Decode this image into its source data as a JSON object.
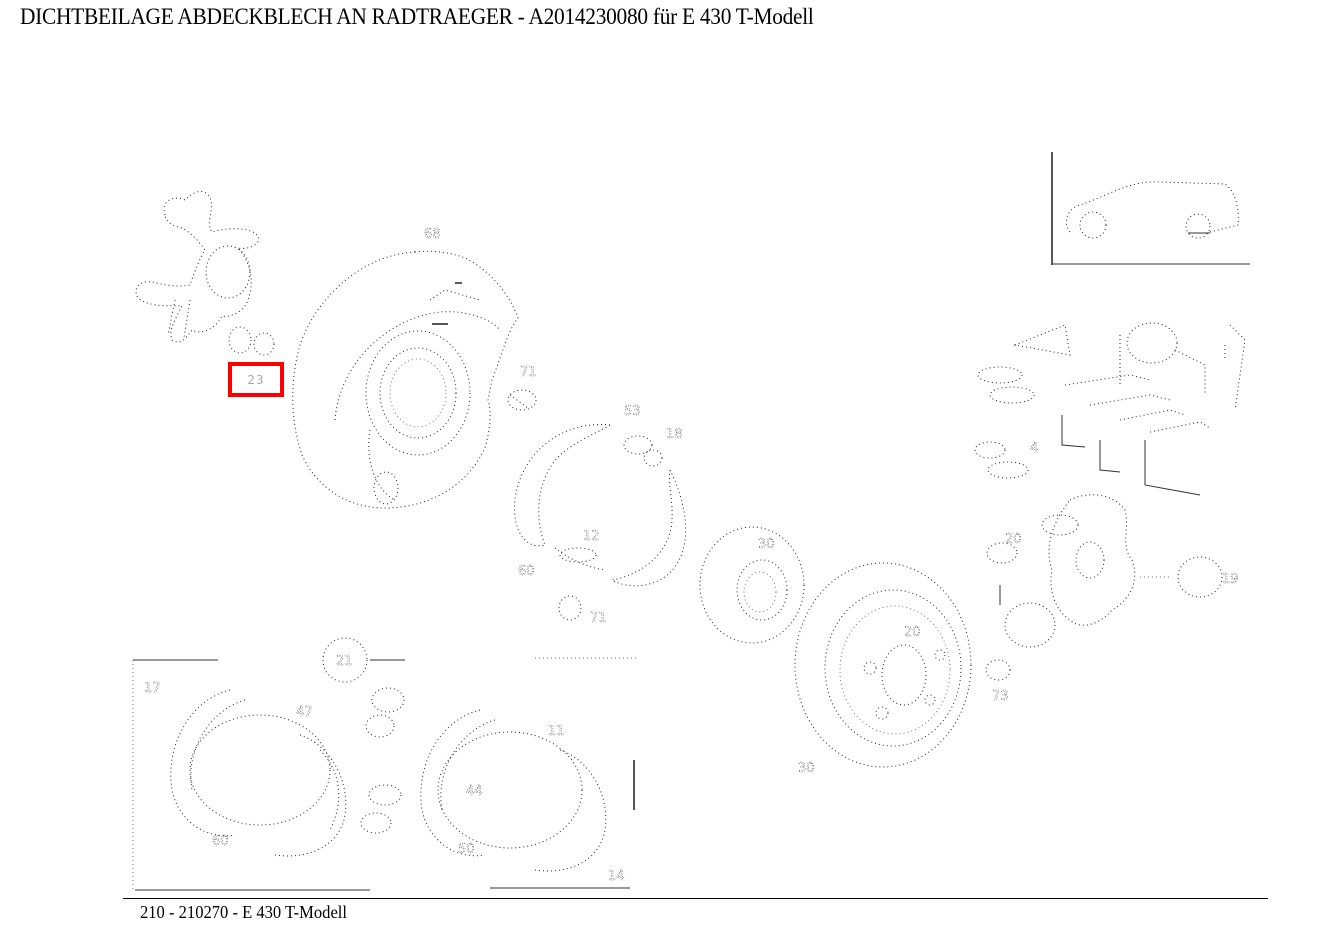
{
  "header": {
    "title": "DICHTBEILAGE ABDECKBLECH AN RADTRAEGER - A2014230080 für E 430 T-Modell"
  },
  "diagram": {
    "highlight": {
      "callout": "23",
      "color": "#ff0000"
    },
    "callouts": [
      {
        "id": "c-top-plate",
        "label": "68"
      },
      {
        "id": "c-plate-right",
        "label": "71"
      },
      {
        "id": "c-shoe-top",
        "label": "53"
      },
      {
        "id": "c-shoe-right",
        "label": "18"
      },
      {
        "id": "c-shoe-mid",
        "label": "12"
      },
      {
        "id": "c-shoe-left",
        "label": "60"
      },
      {
        "id": "c-shoe-bottom",
        "label": "71"
      },
      {
        "id": "c-hub",
        "label": "30"
      },
      {
        "id": "c-disc-center",
        "label": "20"
      },
      {
        "id": "c-disc-bottom",
        "label": "30"
      },
      {
        "id": "c-disc-right",
        "label": "73"
      },
      {
        "id": "c-caliper-20",
        "label": "20"
      },
      {
        "id": "c-caliper-right",
        "label": "19"
      },
      {
        "id": "c-pads-4",
        "label": "4"
      },
      {
        "id": "c-inset-21",
        "label": "21"
      },
      {
        "id": "c-inset-17",
        "label": "17"
      },
      {
        "id": "c-inset-47",
        "label": "47"
      },
      {
        "id": "c-inset-60",
        "label": "60"
      },
      {
        "id": "c-inset-11",
        "label": "11"
      },
      {
        "id": "c-inset-44",
        "label": "44"
      },
      {
        "id": "c-inset-50",
        "label": "50"
      },
      {
        "id": "c-inset-14",
        "label": "14"
      }
    ],
    "inset_car_label": "vehicle-position-inset"
  },
  "footer": {
    "text": "210 - 210270 - E 430 T-Modell"
  }
}
